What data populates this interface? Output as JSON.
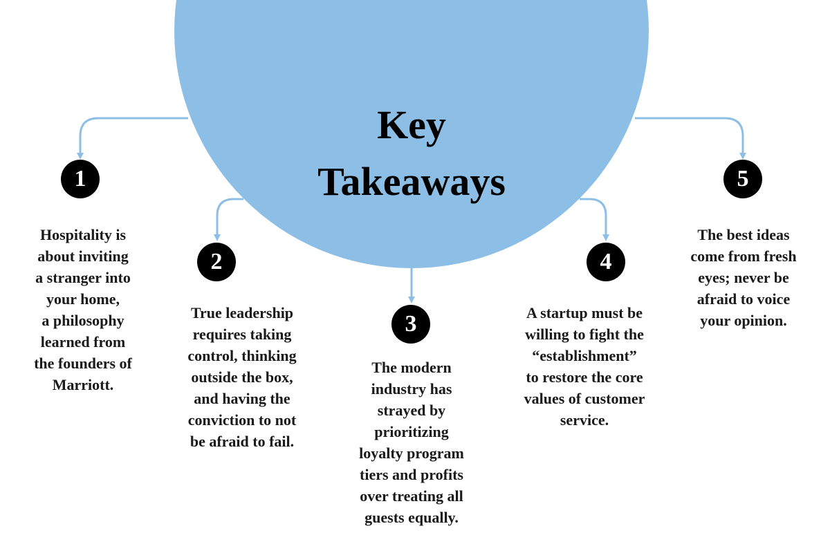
{
  "title": {
    "lines": [
      "Key",
      "Takeaways"
    ]
  },
  "colors": {
    "hub": "#8dbfe6",
    "connector": "#8dbfe6",
    "badge": "#000000",
    "badge_text": "#ffffff",
    "text": "#1a1a1a"
  },
  "takeaways": [
    {
      "number": "1",
      "lines": [
        "Hospitality is",
        "about inviting",
        "a stranger into",
        "your home,",
        "a philosophy",
        "learned from",
        "the founders of",
        "Marriott."
      ]
    },
    {
      "number": "2",
      "lines": [
        "True leadership",
        "requires taking",
        "control, thinking",
        "outside the box,",
        "and having the",
        "conviction to not",
        "be afraid to fail."
      ]
    },
    {
      "number": "3",
      "lines": [
        "The modern",
        "industry has",
        "strayed by",
        "prioritizing",
        "loyalty program",
        "tiers and profits",
        "over treating all",
        "guests equally."
      ]
    },
    {
      "number": "4",
      "lines": [
        "A startup must be",
        "willing to fight the",
        "“establishment”",
        "to restore the core",
        "values of customer",
        "service."
      ]
    },
    {
      "number": "5",
      "lines": [
        "The best ideas",
        "come from fresh",
        "eyes; never be",
        "afraid to voice",
        "your opinion."
      ]
    }
  ]
}
